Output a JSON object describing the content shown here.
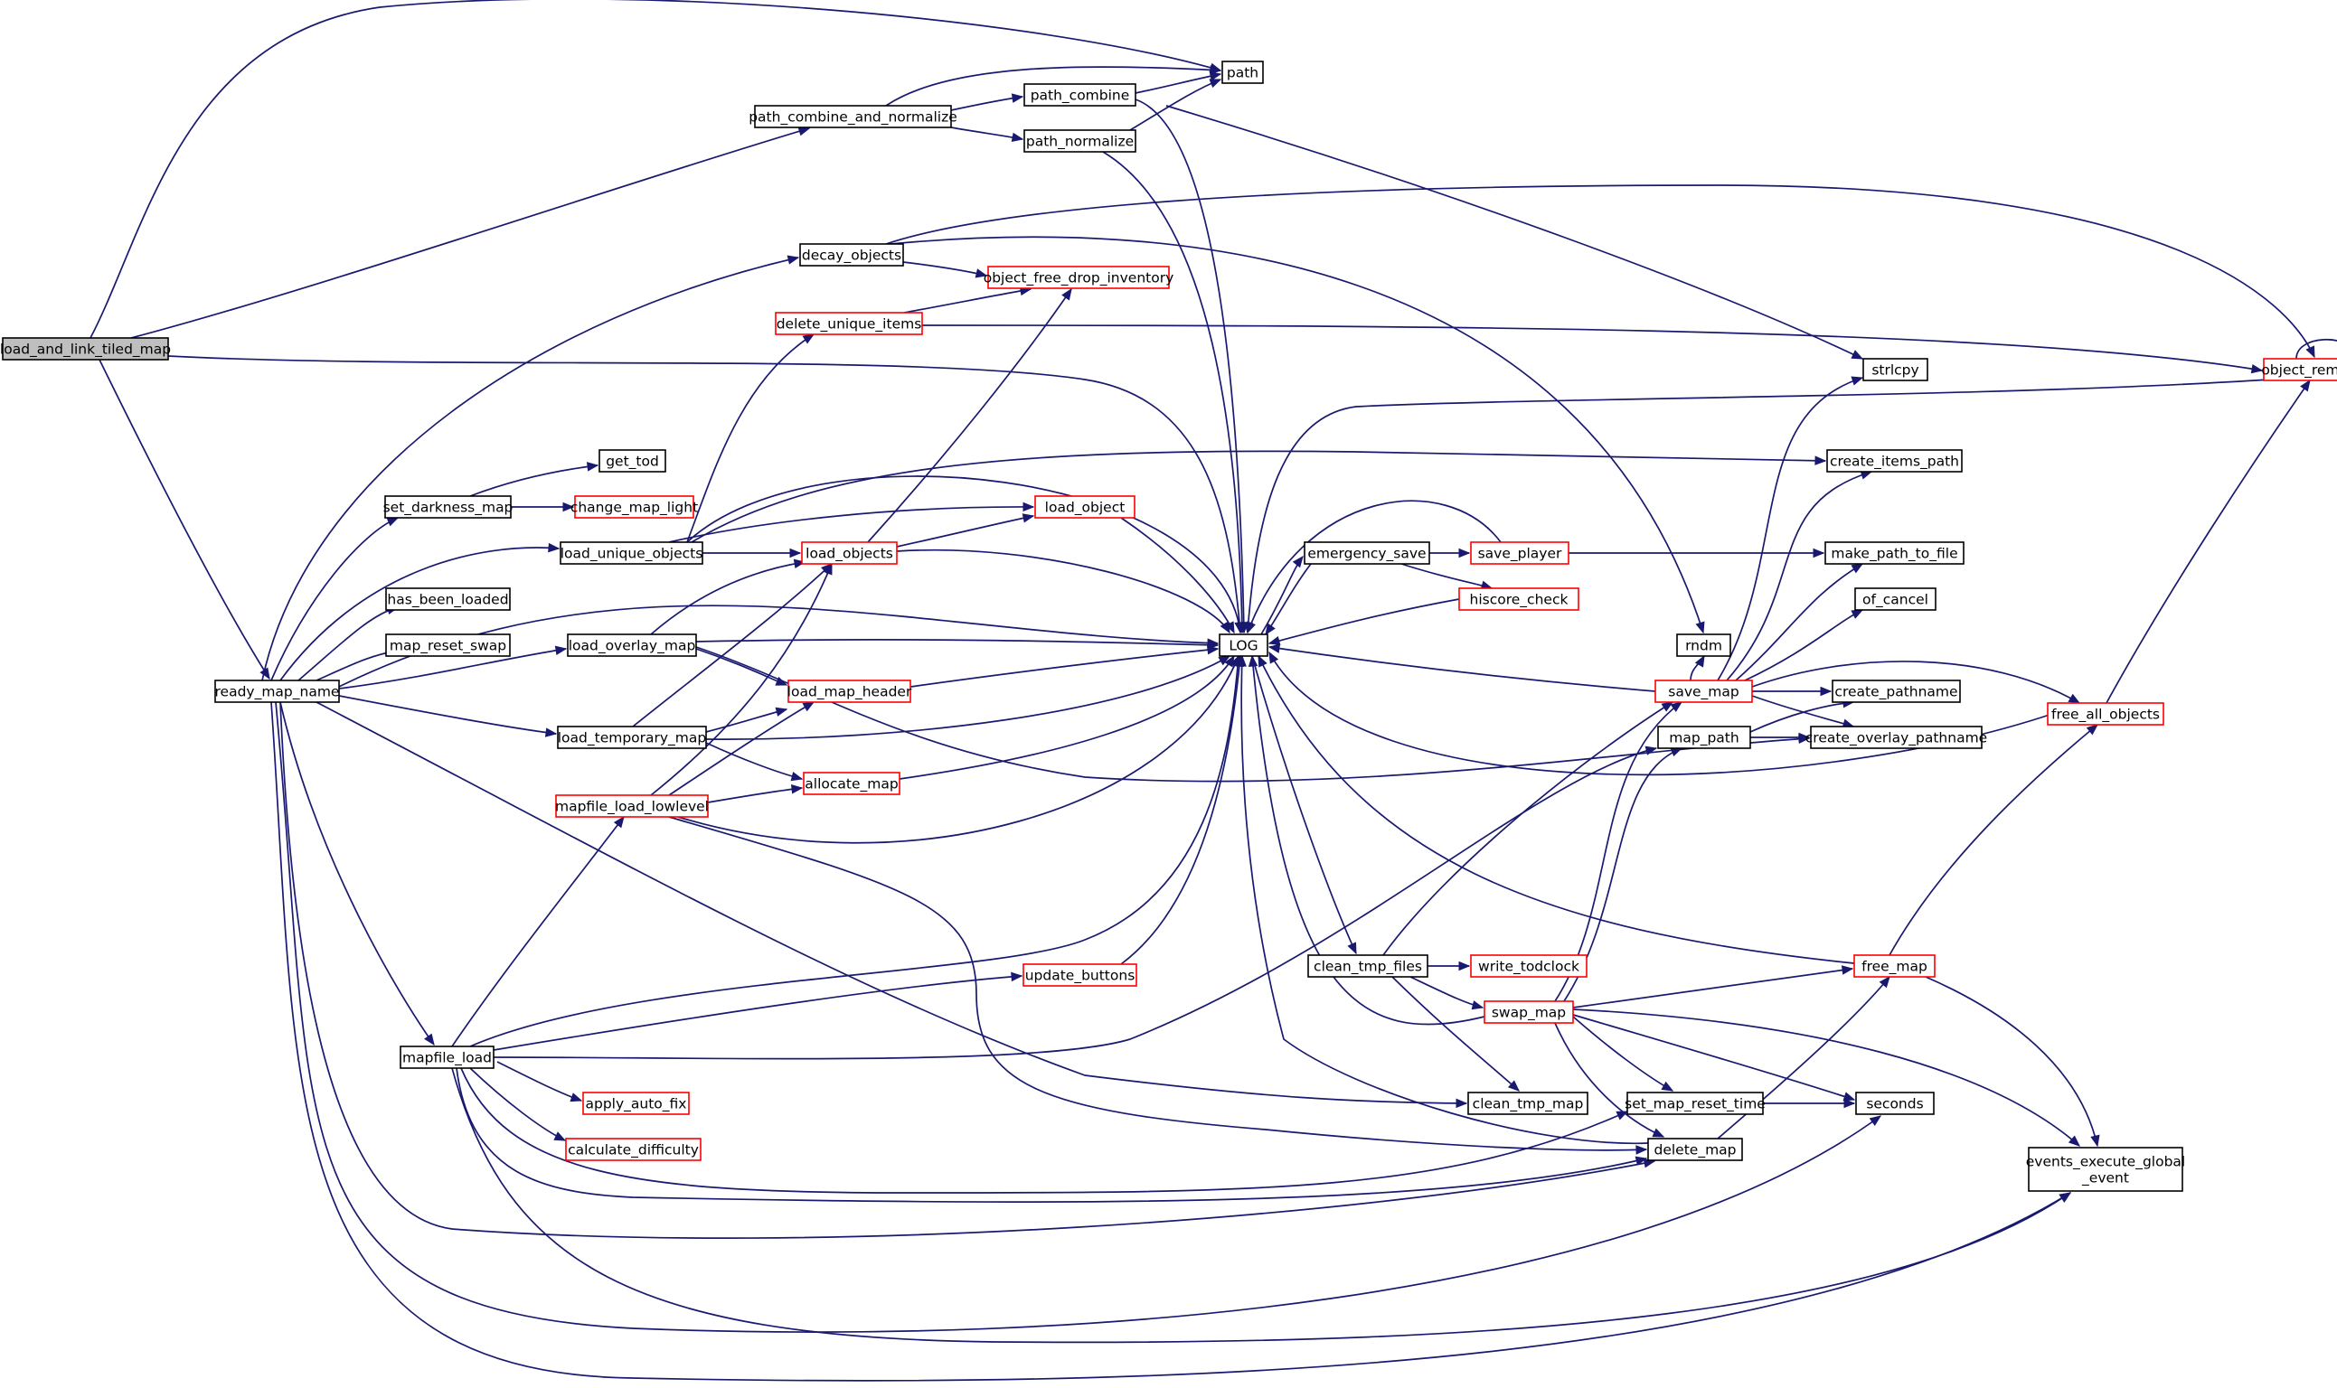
{
  "graph": {
    "colors": {
      "edge": "#191970",
      "root_fill": "#bfbfbf",
      "truncated_border": "#ff0000",
      "normal_border": "#000000",
      "node_fill": "#ffffff"
    },
    "nodes": [
      {
        "id": "load_and_link_tiled_map",
        "label": "load_and_link_tiled_map",
        "style": "root"
      },
      {
        "id": "ready_map_name",
        "label": "ready_map_name",
        "style": "normal"
      },
      {
        "id": "path",
        "label": "path",
        "style": "normal"
      },
      {
        "id": "path_combine_and_normalize",
        "label": "path_combine_and_normalize",
        "style": "normal"
      },
      {
        "id": "path_combine",
        "label": "path_combine",
        "style": "normal"
      },
      {
        "id": "path_normalize",
        "label": "path_normalize",
        "style": "normal"
      },
      {
        "id": "decay_objects",
        "label": "decay_objects",
        "style": "normal"
      },
      {
        "id": "object_free_drop_inventory",
        "label": "object_free_drop_inventory",
        "style": "truncated"
      },
      {
        "id": "delete_unique_items",
        "label": "delete_unique_items",
        "style": "truncated"
      },
      {
        "id": "object_remove",
        "label": "object_remove",
        "style": "truncated"
      },
      {
        "id": "strlcpy",
        "label": "strlcpy",
        "style": "normal"
      },
      {
        "id": "get_tod",
        "label": "get_tod",
        "style": "normal"
      },
      {
        "id": "set_darkness_map",
        "label": "set_darkness_map",
        "style": "normal"
      },
      {
        "id": "change_map_light",
        "label": "change_map_light",
        "style": "truncated"
      },
      {
        "id": "create_items_path",
        "label": "create_items_path",
        "style": "normal"
      },
      {
        "id": "load_object",
        "label": "load_object",
        "style": "truncated"
      },
      {
        "id": "load_unique_objects",
        "label": "load_unique_objects",
        "style": "normal"
      },
      {
        "id": "load_objects",
        "label": "load_objects",
        "style": "truncated"
      },
      {
        "id": "emergency_save",
        "label": "emergency_save",
        "style": "normal"
      },
      {
        "id": "save_player",
        "label": "save_player",
        "style": "truncated"
      },
      {
        "id": "make_path_to_file",
        "label": "make_path_to_file",
        "style": "normal"
      },
      {
        "id": "has_been_loaded",
        "label": "has_been_loaded",
        "style": "normal"
      },
      {
        "id": "hiscore_check",
        "label": "hiscore_check",
        "style": "truncated"
      },
      {
        "id": "of_cancel",
        "label": "of_cancel",
        "style": "normal"
      },
      {
        "id": "map_reset_swap",
        "label": "map_reset_swap",
        "style": "normal"
      },
      {
        "id": "load_overlay_map",
        "label": "load_overlay_map",
        "style": "normal"
      },
      {
        "id": "LOG",
        "label": "LOG",
        "style": "normal"
      },
      {
        "id": "rndm",
        "label": "rndm",
        "style": "normal"
      },
      {
        "id": "load_map_header",
        "label": "load_map_header",
        "style": "truncated"
      },
      {
        "id": "save_map",
        "label": "save_map",
        "style": "truncated"
      },
      {
        "id": "create_pathname",
        "label": "create_pathname",
        "style": "normal"
      },
      {
        "id": "load_temporary_map",
        "label": "load_temporary_map",
        "style": "normal"
      },
      {
        "id": "map_path",
        "label": "map_path",
        "style": "normal"
      },
      {
        "id": "create_overlay_pathname",
        "label": "create_overlay_pathname",
        "style": "normal"
      },
      {
        "id": "free_all_objects",
        "label": "free_all_objects",
        "style": "truncated"
      },
      {
        "id": "allocate_map",
        "label": "allocate_map",
        "style": "truncated"
      },
      {
        "id": "mapfile_load_lowlevel",
        "label": "mapfile_load_lowlevel",
        "style": "truncated"
      },
      {
        "id": "update_buttons",
        "label": "update_buttons",
        "style": "truncated"
      },
      {
        "id": "clean_tmp_files",
        "label": "clean_tmp_files",
        "style": "normal"
      },
      {
        "id": "write_todclock",
        "label": "write_todclock",
        "style": "truncated"
      },
      {
        "id": "free_map",
        "label": "free_map",
        "style": "truncated"
      },
      {
        "id": "swap_map",
        "label": "swap_map",
        "style": "truncated"
      },
      {
        "id": "mapfile_load",
        "label": "mapfile_load",
        "style": "normal"
      },
      {
        "id": "apply_auto_fix",
        "label": "apply_auto_fix",
        "style": "truncated"
      },
      {
        "id": "clean_tmp_map",
        "label": "clean_tmp_map",
        "style": "normal"
      },
      {
        "id": "set_map_reset_time",
        "label": "set_map_reset_time",
        "style": "normal"
      },
      {
        "id": "seconds",
        "label": "seconds",
        "style": "normal"
      },
      {
        "id": "calculate_difficulty",
        "label": "calculate_difficulty",
        "style": "truncated"
      },
      {
        "id": "delete_map",
        "label": "delete_map",
        "style": "normal"
      },
      {
        "id": "events_execute_global_event",
        "label": "events_execute_global\n_event",
        "style": "normal"
      }
    ]
  }
}
